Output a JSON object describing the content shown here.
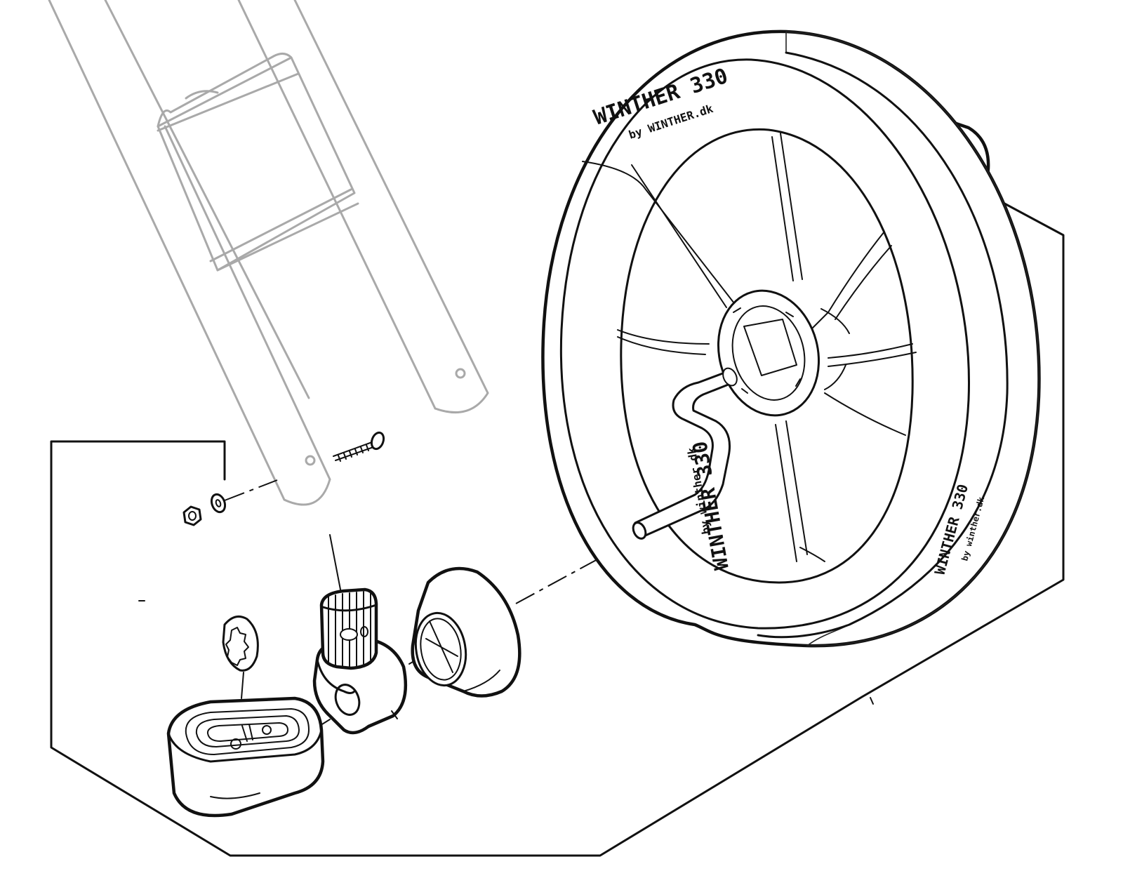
{
  "wheel_markings": {
    "top_main": "WINTHER 330",
    "top_sub": "by WINTHER.dk",
    "left_main": "WINTHER 330",
    "left_sub": "by winther.dk",
    "right_main": "WINTHER 330",
    "right_sub": "by winther.dk"
  },
  "colors": {
    "line": "#111111",
    "ghost_line": "#a9a9a9",
    "background": "#ffffff"
  }
}
